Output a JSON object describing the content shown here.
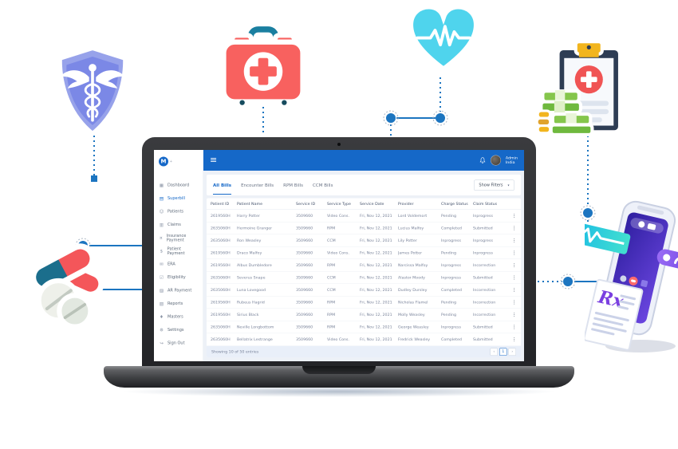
{
  "colors": {
    "accent_blue": "#1568c8",
    "connector_blue": "#1c75c0",
    "content_bg": "#edf1f7",
    "footer_bg": "#e9eff9",
    "shield_purple": "#8f9ae8",
    "kit_red": "#f8615f",
    "heart_cyan": "#4fd4ed",
    "clipboard_navy": "#2e3d54",
    "money_green": "#85c64c",
    "clip_yellow": "#f2b51e"
  },
  "app": {
    "logo": {
      "letter": "M",
      "mark": "+"
    },
    "sidebar": {
      "items": [
        {
          "label": "Dashboard",
          "glyph": "▦",
          "icon": "dashboard-icon",
          "active": false
        },
        {
          "label": "Superbill",
          "glyph": "▤",
          "icon": "superbill-icon",
          "active": true
        },
        {
          "label": "Patients",
          "glyph": "☺",
          "icon": "patients-icon",
          "active": false
        },
        {
          "label": "Claims",
          "glyph": "▥",
          "icon": "claims-icon",
          "active": false
        },
        {
          "label": "Insurance Payment",
          "glyph": "¤",
          "icon": "insurance-payment-icon",
          "active": false
        },
        {
          "label": "Patient Payment",
          "glyph": "$",
          "icon": "patient-payment-icon",
          "active": false
        },
        {
          "label": "ERA",
          "glyph": "✉",
          "icon": "era-icon",
          "active": false
        },
        {
          "label": "Eligibility",
          "glyph": "☑",
          "icon": "eligibility-icon",
          "active": false
        },
        {
          "label": "AR Payment",
          "glyph": "▨",
          "icon": "ar-payment-icon",
          "active": false
        },
        {
          "label": "Reports",
          "glyph": "▧",
          "icon": "reports-icon",
          "active": false
        },
        {
          "label": "Masters",
          "glyph": "♦",
          "icon": "masters-icon",
          "active": false
        },
        {
          "label": "Settings",
          "glyph": "⚙",
          "icon": "settings-icon",
          "active": false
        },
        {
          "label": "Sign Out",
          "glyph": "↪",
          "icon": "sign-out-icon",
          "active": false
        }
      ]
    },
    "topbar": {
      "hamburger": "≡",
      "admin_line1": "Admin",
      "admin_line2": "India"
    },
    "tabs": [
      {
        "label": "All Bills",
        "active": true
      },
      {
        "label": "Encounter Bills",
        "active": false
      },
      {
        "label": "RPM Bills",
        "active": false
      },
      {
        "label": "CCM Bills",
        "active": false
      }
    ],
    "filters_button": {
      "label": "Show Filters",
      "caret": "▾"
    },
    "table": {
      "columns": [
        "Patient ID",
        "Patient Name",
        "Service ID",
        "Service Type",
        "Service Date",
        "Provider",
        "Charge Status",
        "Claim Status"
      ],
      "kebab": "⋮",
      "rows": [
        [
          "2619560H",
          "Harry Potter",
          "3509660",
          "Video Cons.",
          "Fri, Nov 12, 2021",
          "Lord Voldemort",
          "Pending",
          "Inprogress"
        ],
        [
          "2635060H",
          "Hermoine Granger",
          "3509660",
          "RPM",
          "Fri, Nov 12, 2021",
          "Lucius Malfoy",
          "Completed",
          "Submitted"
        ],
        [
          "2635060H",
          "Ron Weasley",
          "3509660",
          "CCM",
          "Fri, Nov 12, 2021",
          "Lily Potter",
          "Inprogress",
          "Inprogress"
        ],
        [
          "2619560H",
          "Draco Malfoy",
          "3509660",
          "Video Cons.",
          "Fri, Nov 12, 2021",
          "James Potter",
          "Pending",
          "Inprogress"
        ],
        [
          "2619560H",
          "Albus Dumbledore",
          "3509660",
          "RPM",
          "Fri, Nov 12, 2021",
          "Narcissa Malfoy",
          "Inprogress",
          "Incorrection"
        ],
        [
          "2635060H",
          "Severus Snape",
          "3509660",
          "CCM",
          "Fri, Nov 12, 2021",
          "Alastor Moody",
          "Inprogress",
          "Submitted"
        ],
        [
          "2635060H",
          "Luna Lovegood",
          "3509660",
          "CCM",
          "Fri, Nov 12, 2021",
          "Dudley Dursley",
          "Completed",
          "Incorrection"
        ],
        [
          "2619560H",
          "Rubeus Hagrid",
          "3509660",
          "RPM",
          "Fri, Nov 12, 2021",
          "Nicholas Flamel",
          "Pending",
          "Incorrection"
        ],
        [
          "2619560H",
          "Sirius Black",
          "3509660",
          "RPM",
          "Fri, Nov 12, 2021",
          "Molly Weasley",
          "Pending",
          "Incorrection"
        ],
        [
          "2635060H",
          "Neville Longbottom",
          "3509660",
          "RPM",
          "Fri, Nov 12, 2021",
          "George Weasley",
          "Inprogress",
          "Submitted"
        ],
        [
          "2635060H",
          "Bellatrix Lestrange",
          "3509660",
          "Video Cons.",
          "Fri, Nov 12, 2021",
          "Fredrick Weasley",
          "Completed",
          "Submitted"
        ]
      ]
    },
    "footer": {
      "summary": "Showing 10 of 50 entries",
      "pagination": {
        "prev": "‹",
        "page": "1",
        "next": "›"
      }
    },
    "phone_rx_label": "Rx"
  }
}
